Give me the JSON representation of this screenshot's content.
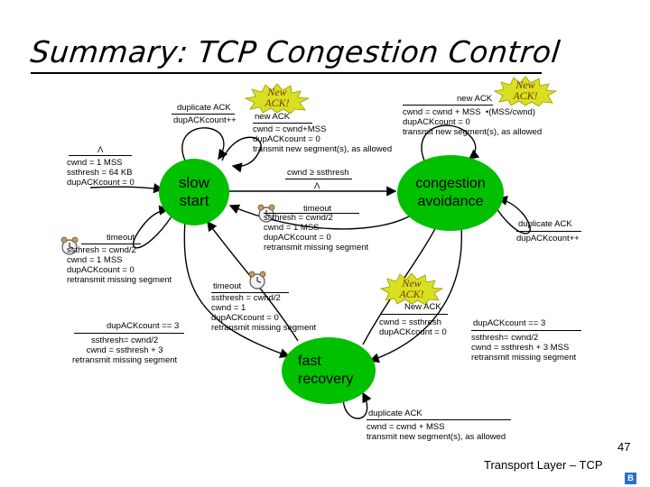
{
  "title": "Summary: TCP Congestion Control",
  "states": {
    "slow_start": "slow\nstart",
    "congestion_avoidance": "congestion\navoidance",
    "fast_recovery": "fast\nrecovery"
  },
  "badges": {
    "new_ack": "New\nACK!"
  },
  "transitions": {
    "init": {
      "event": "Λ",
      "action": "cwnd = 1 MSS\nssthresh = 64 KB\ndupACKcount = 0"
    },
    "ss_dupack": {
      "event": "duplicate ACK",
      "action": "dupACKcount++"
    },
    "ss_newack": {
      "event": "new ACK",
      "action": "cwnd = cwnd+MSS\ndupACKcount = 0\ntransmit new segment(s), as allowed"
    },
    "ss_timeout": {
      "event": "timeout",
      "action": "ssthresh = cwnd/2\ncwnd = 1 MSS\ndupACKcount = 0\nretransmit missing segment"
    },
    "ss_to_ca": {
      "event": "cwnd ≥ ssthresh",
      "action": "Λ"
    },
    "ca_newack": {
      "event": "new ACK",
      "action": "cwnd = cwnd + MSS  •(MSS/cwnd)\ndupACKcount = 0\ntransmit new segment(s), as allowed"
    },
    "ca_timeout": {
      "event": "timeout",
      "action": "ssthresh = cwnd/2\ncwnd = 1 MSS\ndupACKcount = 0\nretransmit missing segment"
    },
    "ca_dupack": {
      "event": "duplicate ACK",
      "action": "dupACKcount++"
    },
    "fr_timeout": {
      "event": "timeout",
      "action": "ssthresh = cwnd/2\ncwnd = 1\ndupACKcount = 0\nretransmit missing segment"
    },
    "fr_newack": {
      "event": "New ACK",
      "action": "cwnd = ssthresh\ndupACKcount = 0"
    },
    "ss_to_fr": {
      "event": "dupACKcount == 3",
      "action": "ssthresh= cwnd/2\ncwnd = ssthresh + 3\nretransmit missing segment"
    },
    "ca_to_fr": {
      "event": "dupACKcount == 3",
      "action": "ssthresh= cwnd/2\ncwnd = ssthresh + 3 MSS\nretransmit missing segment"
    },
    "fr_dupack": {
      "event": "duplicate ACK",
      "action": "cwnd = cwnd + MSS\ntransmit new segment(s), as allowed"
    }
  },
  "footer": {
    "text": "Transport Layer – TCP",
    "page": "47",
    "logo": "B"
  },
  "colors": {
    "state_fill": "#00c000",
    "badge_fill": "#d8e021",
    "arrow": "#000000"
  }
}
